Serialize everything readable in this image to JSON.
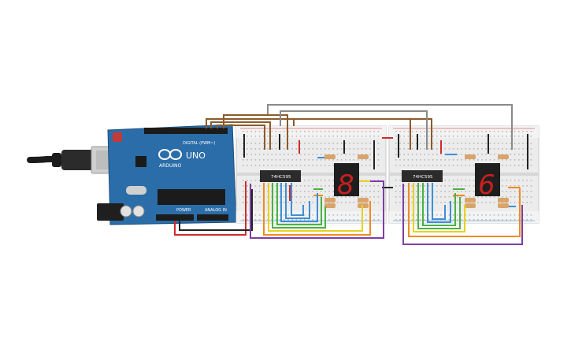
{
  "canvas": {
    "background": "#ffffff"
  },
  "arduino": {
    "brand": "ARDUINO",
    "model": "UNO",
    "digital_label": "DIGITAL (PWM~)",
    "power_label": "POWER",
    "analog_label": "ANALOG IN",
    "board_color": "#2a6aa8",
    "usb_color": "#c9c9c9"
  },
  "boards": [
    {
      "shift_register_label": "74HC595",
      "display_digit": "8",
      "display_color": "#c81f1f"
    },
    {
      "shift_register_label": "74HC595",
      "display_digit": "6",
      "display_color": "#c81f1f"
    }
  ],
  "wire_colors": {
    "brown": "#8b5a2b",
    "gray": "#8a8a8a",
    "red": "#d22b2b",
    "black": "#222222",
    "orange": "#ef8b1f",
    "yellow": "#e8d21d",
    "green": "#49b241",
    "blue": "#3d8fd6",
    "purple": "#7d3fa3"
  }
}
